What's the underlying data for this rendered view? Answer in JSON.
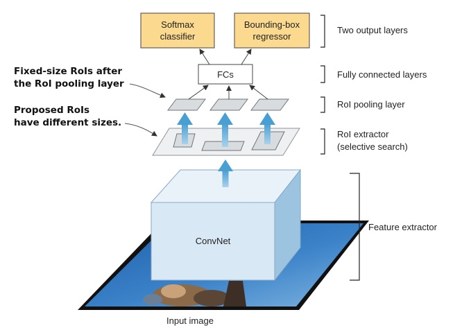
{
  "boxes": {
    "softmax": "Softmax\nclassifier",
    "bbox": "Bounding-box\nregressor",
    "fcs": "FCs",
    "convnet": "ConvNet"
  },
  "right_labels": {
    "output": "Two output layers",
    "fc": "Fully connected layers",
    "roi_pool": "RoI pooling layer",
    "roi_extract_1": "RoI extractor",
    "roi_extract_2": "(selective search)",
    "feature": "Feature extractor"
  },
  "left_notes": {
    "fixed_1": "Fixed-size RoIs after",
    "fixed_2": "the RoI pooling layer",
    "proposed_1": "Proposed RoIs",
    "proposed_2": "have different sizes."
  },
  "input_label": "Input image",
  "colors": {
    "output_box_fill": "#fbd98f",
    "output_box_stroke": "#444444",
    "up_arrow": "#5aa9d6",
    "cube_front": "#d8e8f4",
    "cube_top": "#e9f2f9",
    "cube_side": "#9cc4e0",
    "roi_plane": "#eef0f2",
    "roi_square": "#d9dcdf",
    "image_border": "#111111",
    "image_fill": "#2f6fbf"
  }
}
